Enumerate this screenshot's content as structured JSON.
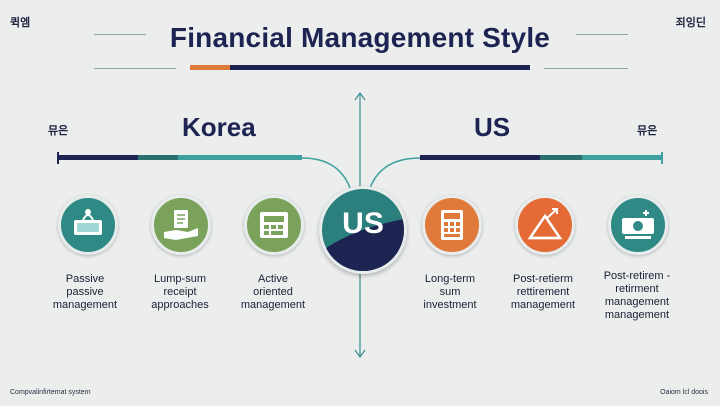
{
  "header": {
    "corner_left": "퀵엠",
    "corner_right": "죄잉딘",
    "title": "Financial Management Style"
  },
  "korea": {
    "title": "Korea",
    "side_label": "뮤은",
    "items": [
      {
        "label": "Passive\npassive\nmanagement",
        "icon": "money-bag-icon"
      },
      {
        "label": "Lump-sum\nreceipt\napproaches",
        "icon": "hand-receipt-icon"
      },
      {
        "label": "Active\noriented\nmanagement",
        "icon": "cash-register-icon"
      }
    ]
  },
  "us": {
    "title": "US",
    "side_label": "뮤은",
    "items": [
      {
        "label": "Long-term\nsum\ninvestment",
        "icon": "calculator-icon"
      },
      {
        "label": "Post-retierm\nrettirement\nmanagement",
        "icon": "growth-chart-icon"
      },
      {
        "label": "Post-retirem -\nretirment\nmanagement\nmanagement",
        "icon": "money-stack-icon"
      }
    ]
  },
  "center": {
    "label": "US"
  },
  "footer": {
    "left": "Compvalinfirtemat system",
    "right": "Oaiom lcl doois"
  },
  "colors": {
    "navy": "#1d2452",
    "teal": "#2b7f7d",
    "light_teal": "#3fa0a0",
    "orange": "#e07a3a",
    "green": "#7aa25a"
  }
}
